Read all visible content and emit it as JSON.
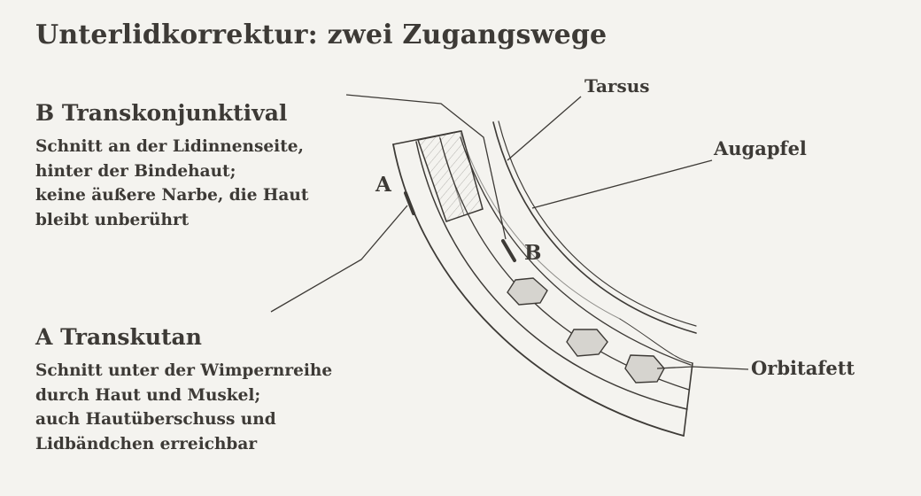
{
  "title": "Unterlidkorrektur: zwei Zugangswege",
  "section_b": {
    "heading": "B Transkonjunktival",
    "lines": [
      "Schnitt an der Lidinnenseite,",
      "hinter der Bindehaut;",
      "keine äußere Narbe, die Haut",
      "bleibt unberührt"
    ]
  },
  "section_a": {
    "heading": "A Transkutan",
    "lines": [
      "Schnitt unter der Wimpernreihe",
      "durch Haut und Muskel;",
      "auch Hautüberschuss und",
      "Lidbändchen erreichbar"
    ]
  },
  "diagram": {
    "labels": {
      "tarsus": "Tarsus",
      "augapfel": "Augapfel",
      "orbitafett": "Orbitafett",
      "marker_a": "A",
      "marker_b": "B"
    },
    "colors": {
      "ink": "#3d3a36",
      "background": "#f4f3ef",
      "fat_fill": "#d6d4cf"
    }
  }
}
